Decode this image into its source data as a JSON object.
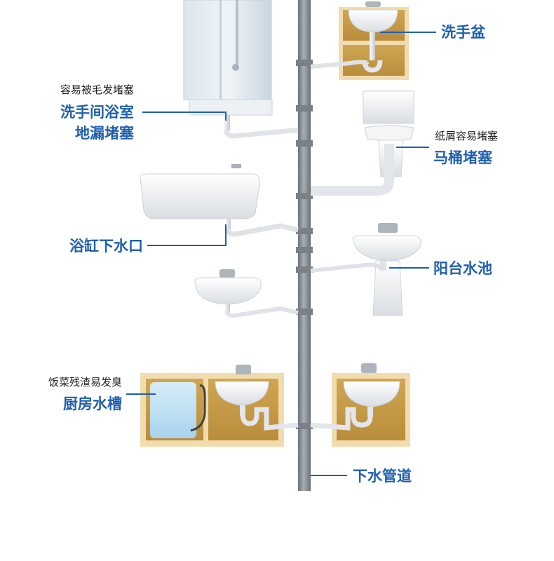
{
  "labels": {
    "basin": "洗手盆",
    "toilet_note": "纸屑容易堵塞",
    "toilet": "马桶堵塞",
    "balcony": "阳台水池",
    "drain_pipe": "下水管道",
    "shower_note": "容易被毛发堵塞",
    "shower_line1": "洗手间浴室",
    "shower_line2": "地漏堵塞",
    "bathtub": "浴缸下水口",
    "kitchen_note": "饭菜残渣易发臭",
    "kitchen": "厨房水槽"
  },
  "colors": {
    "accent_blue": "#1f5fae",
    "pipe_gray": "#8b9097",
    "cabinet_wood": "#c9a04e",
    "cabinet_frame": "#f1dcae"
  }
}
